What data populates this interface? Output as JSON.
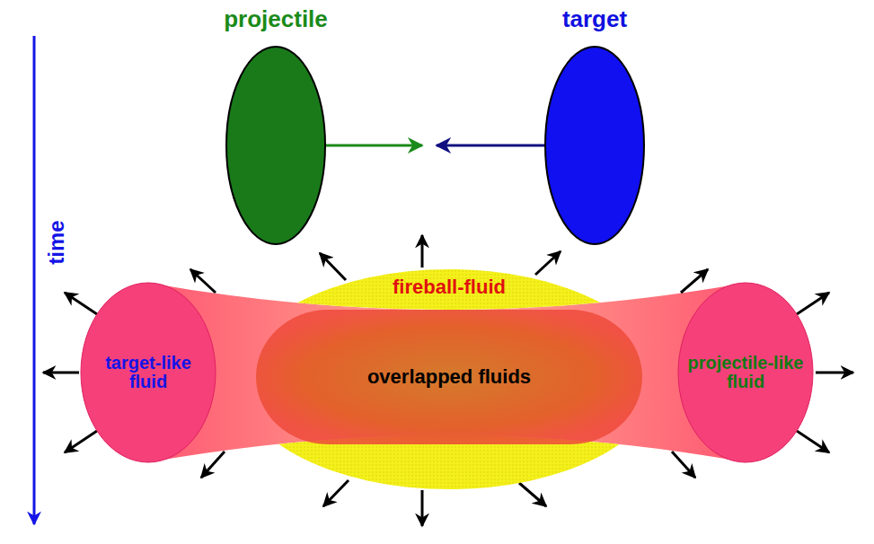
{
  "diagram": {
    "nodes": [
      {
        "text": [
          "projectile"
        ]
      },
      {
        "text": [
          "target"
        ]
      },
      {
        "text": [
          "fireball-fluid"
        ]
      },
      {
        "text": [
          "overlapped fluids"
        ],
        "in": 2
      },
      {
        "text": [
          "target-like fluid"
        ]
      },
      {
        "text": [
          "projectile-like fluid"
        ]
      }
    ],
    "labels": [
      "time"
    ]
  }
}
